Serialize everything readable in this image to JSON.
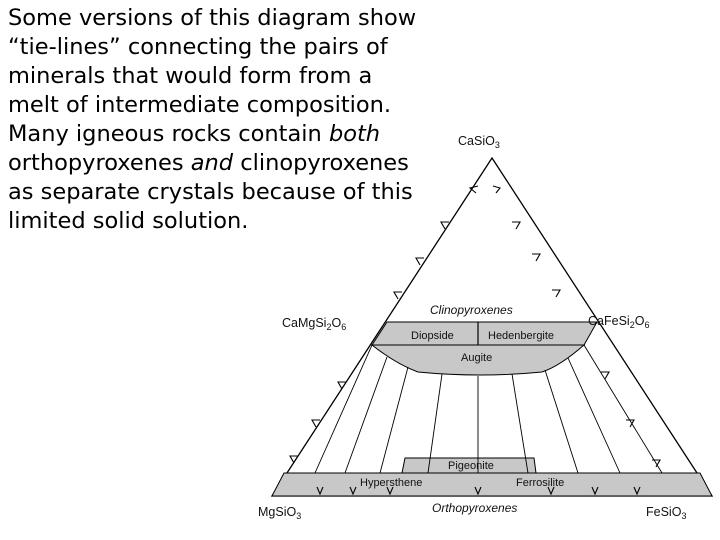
{
  "text": {
    "segments": [
      {
        "t": "Some versions of this diagram show “tie-lines” connecting the pairs of minerals that would form from a melt of intermediate composition. Many igneous rocks contain ",
        "italic": false
      },
      {
        "t": "both",
        "italic": true
      },
      {
        "t": " orthopyroxenes ",
        "italic": false
      },
      {
        "t": "and",
        "italic": true
      },
      {
        "t": " clinopyroxenes as separate crystals because of this limited solid solution.",
        "italic": false
      }
    ]
  },
  "diagram": {
    "apex_top": {
      "formula": "CaSiO",
      "subs": [
        "3"
      ]
    },
    "left_mid": {
      "formula": "CaMgSi",
      "subs": [
        "2",
        "6"
      ],
      "mid": "O"
    },
    "right_mid": {
      "formula": "CaFeSi",
      "subs": [
        "2",
        "6"
      ],
      "mid": "O"
    },
    "bottom_left": {
      "formula": "MgSiO",
      "subs": [
        "3"
      ]
    },
    "bottom_right": {
      "formula": "FeSiO",
      "subs": [
        "3"
      ]
    },
    "clinopyroxenes_label": "Clinopyroxenes",
    "orthopyroxenes_label": "Orthopyroxenes",
    "diopside": "Diopside",
    "hedenbergite": "Hedenbergite",
    "augite": "Augite",
    "pigeonite": "Pigeonite",
    "hypersthene": "Hypersthene",
    "ferrosilite": "Ferrosilite",
    "colors": {
      "band_fill": "#c8c8c8",
      "line": "#000000",
      "text": "#111111"
    }
  }
}
